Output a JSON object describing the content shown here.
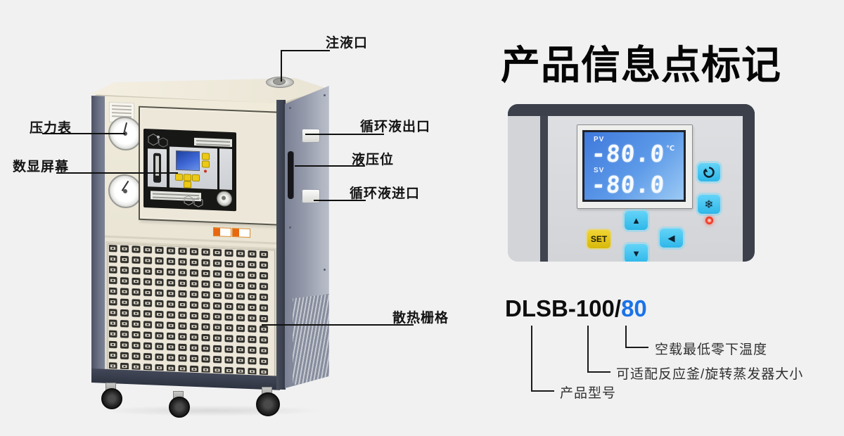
{
  "title": "产品信息点标记",
  "machine_callouts": {
    "inject": "注液口",
    "gauge": "压力表",
    "screen": "数显屏幕",
    "outlet": "循环液出口",
    "level": "液压位",
    "inlet": "循环液进口",
    "grille": "散热栅格"
  },
  "panel": {
    "pv_label": "PV",
    "pv_value": "-80.0",
    "pv_unit": "℃",
    "sv_label": "SV",
    "sv_value": "-80.0",
    "set_label": "SET",
    "up_glyph": "▲",
    "down_glyph": "▼",
    "left_glyph": "◀",
    "snow_glyph": "❄"
  },
  "model": {
    "black_part": "DLSB-100/",
    "blue_part": "80",
    "annotations": [
      {
        "label": "空载最低零下温度"
      },
      {
        "label": "可适配反应釜/旋转蒸发器大小"
      },
      {
        "label": "产品型号"
      }
    ]
  },
  "colors": {
    "accent_blue": "#1b73e8",
    "button_cyan": "#3fc3ef",
    "set_yellow": "#e8c513",
    "lcd_blue": "#4a86e0",
    "led_red": "#e23222",
    "background": "#f1f1f2"
  }
}
